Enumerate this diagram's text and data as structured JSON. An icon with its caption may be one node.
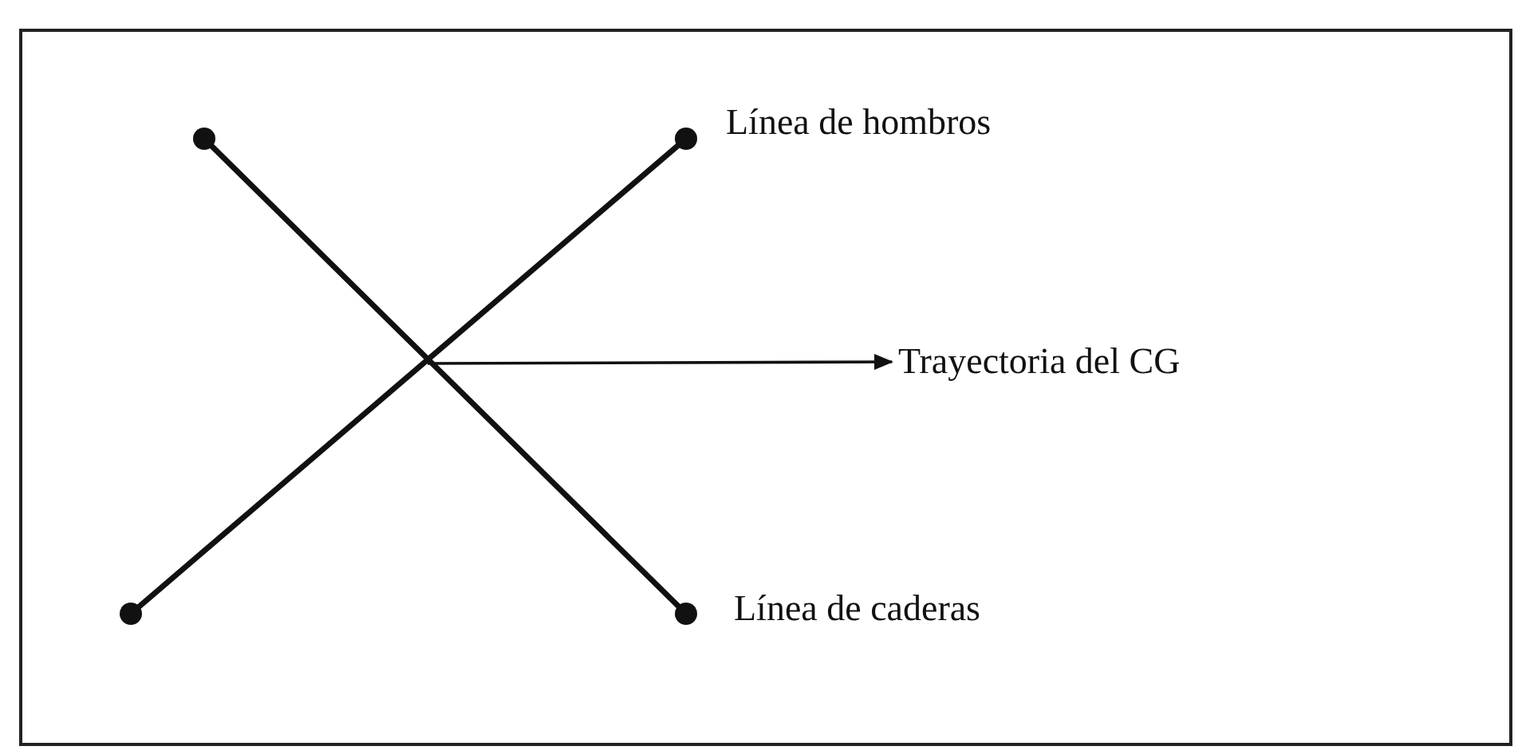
{
  "diagram": {
    "nodes": [
      {
        "text": [
          "Línea de hombros"
        ]
      },
      {
        "text": [
          "Trayectoria del CG"
        ]
      },
      {
        "text": [
          "Línea de caderas"
        ]
      }
    ],
    "edges": [
      {
        "from": null,
        "to": 1,
        "arrow": "to"
      }
    ]
  }
}
